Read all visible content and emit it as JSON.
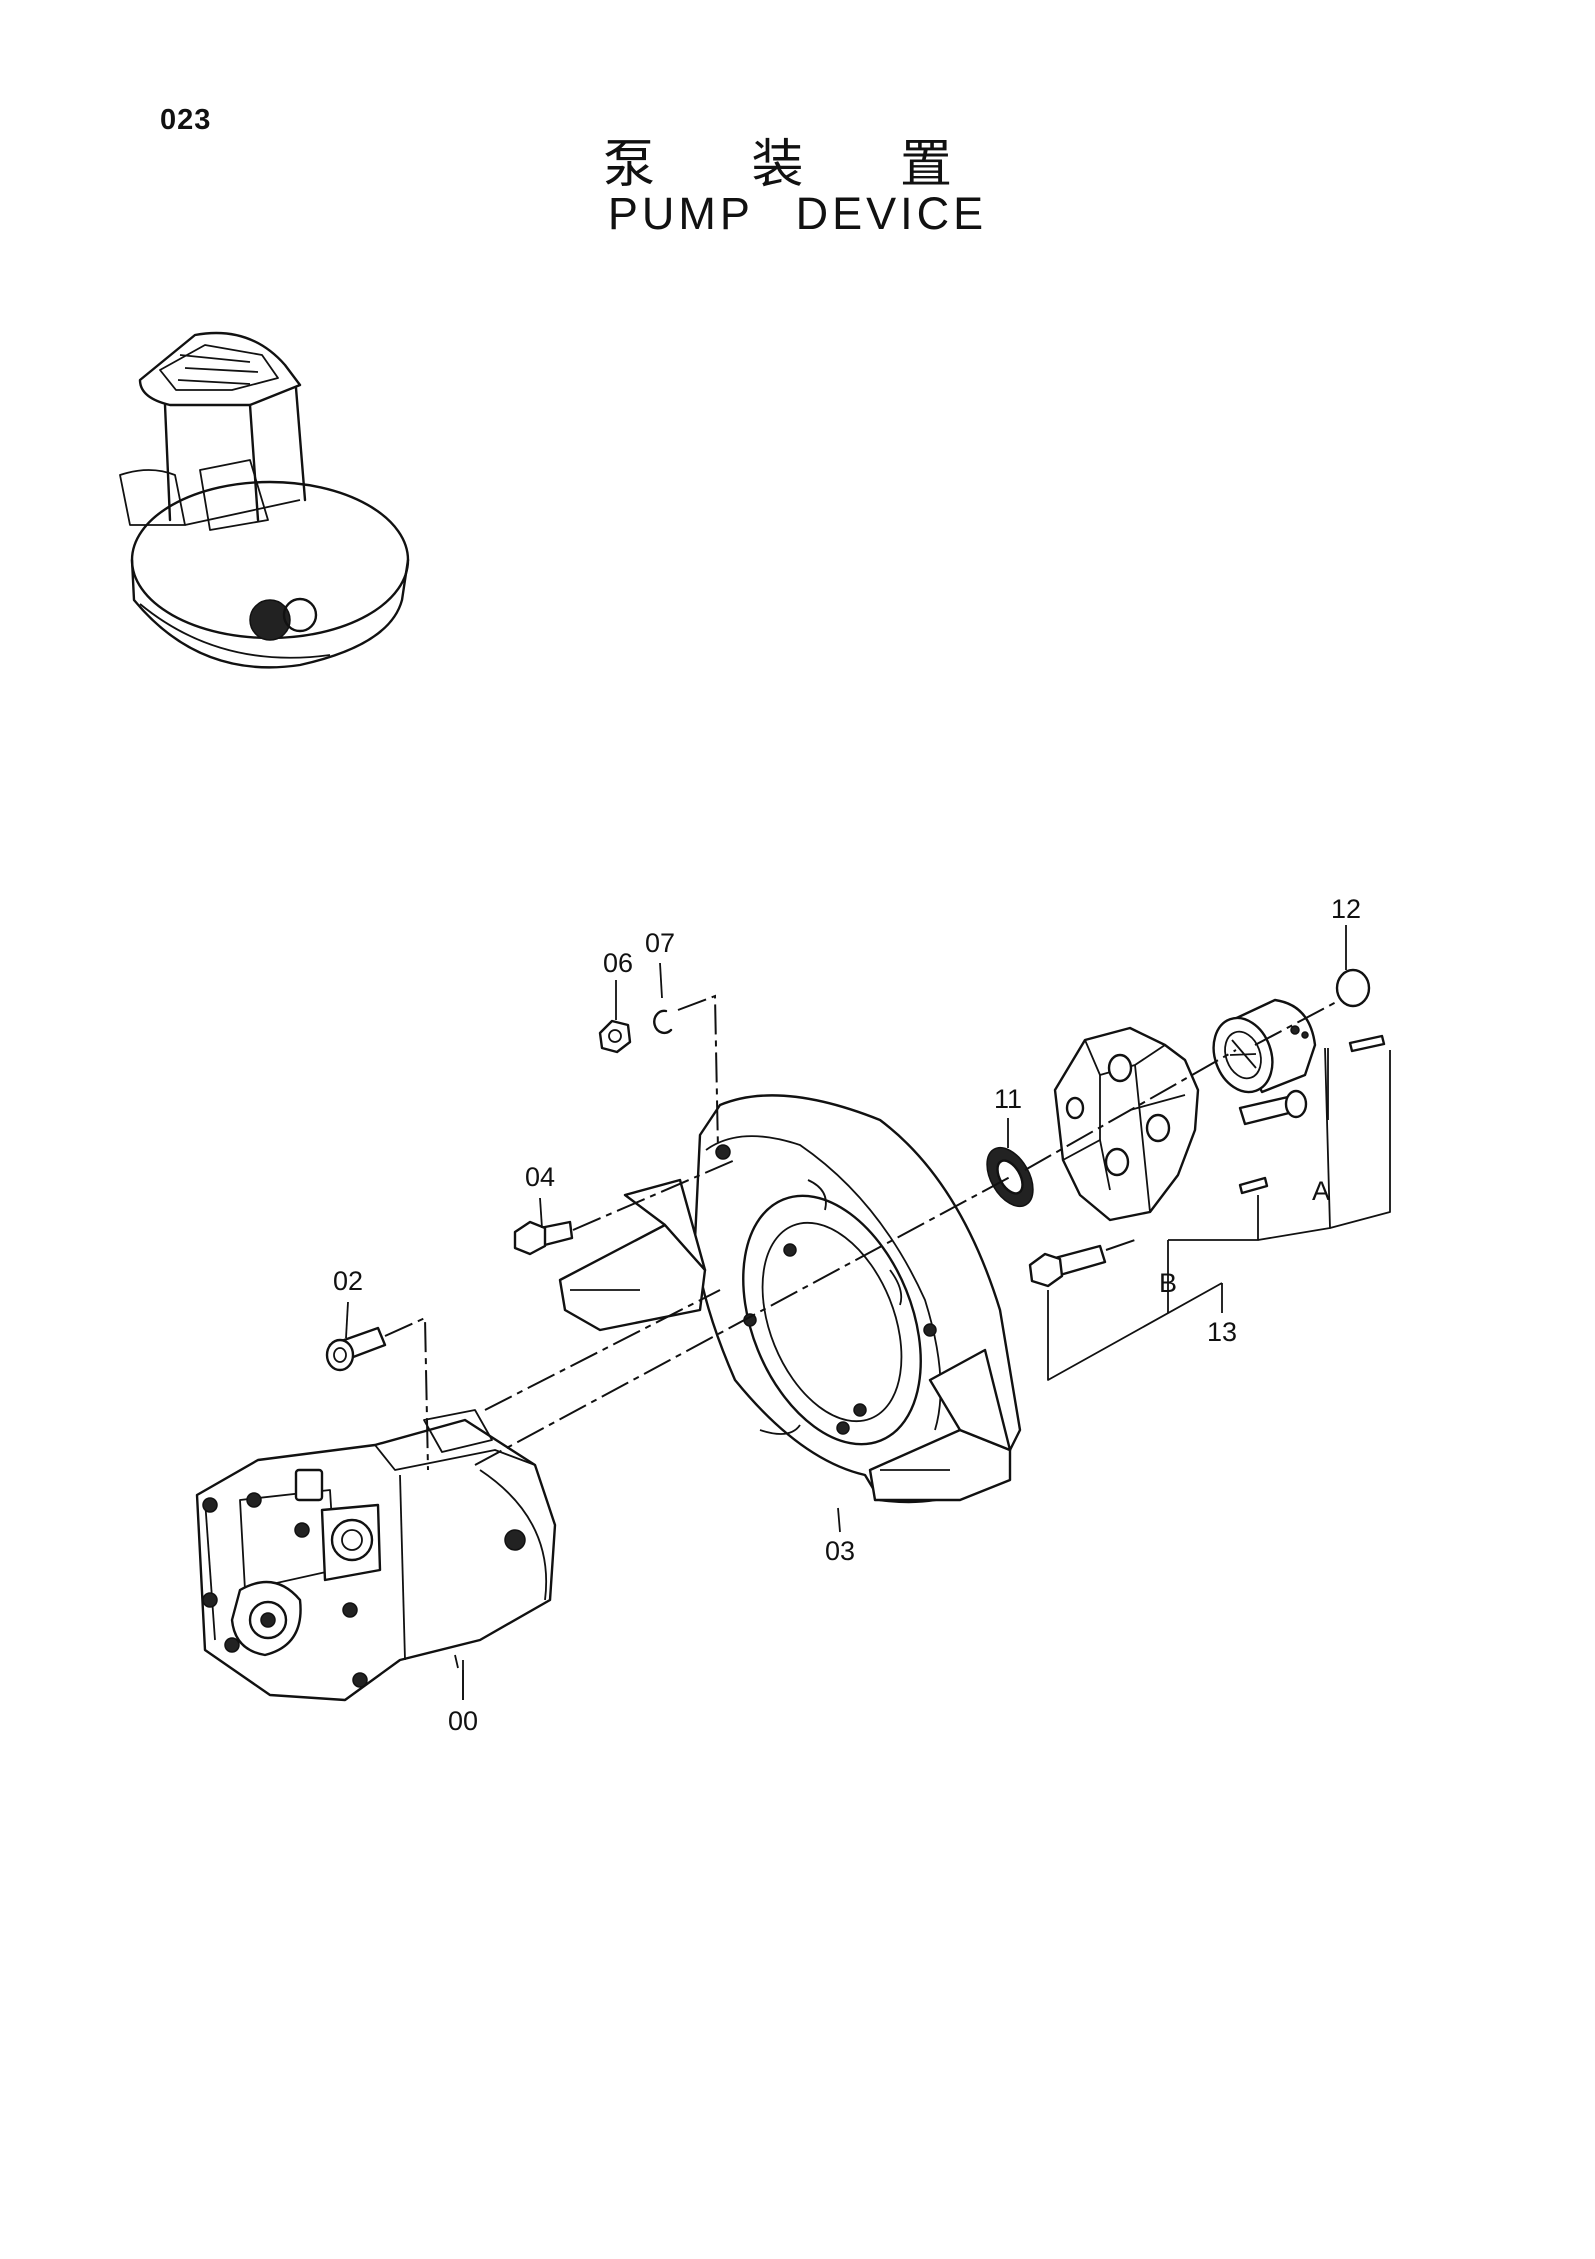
{
  "page": {
    "number": "023"
  },
  "title": {
    "chinese": "泵 装 置",
    "english": "PUMP DEVICE"
  },
  "callouts": {
    "p00": "00",
    "p02": "02",
    "p03": "03",
    "p04": "04",
    "p06": "06",
    "p07": "07",
    "p11": "11",
    "p12": "12",
    "p13": "13",
    "ref_a": "A",
    "ref_b": "B"
  }
}
